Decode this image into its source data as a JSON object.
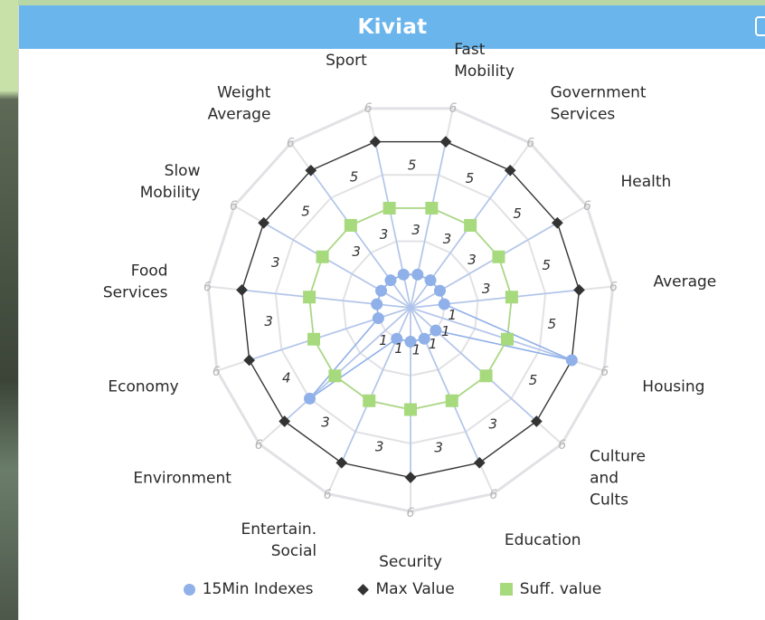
{
  "panel": {
    "title": "Kiviat"
  },
  "chart_data": {
    "type": "radar",
    "title": "Kiviat",
    "categories": [
      "Fast Mobility",
      "Government Services",
      "Health",
      "Average",
      "Housing",
      "Culture and Cults",
      "Education",
      "Security",
      "Entertain. Social",
      "Environment",
      "Economy",
      "Food Services",
      "Slow Mobility",
      "Weight Average",
      "Sport"
    ],
    "category_lines": [
      [
        "Fast",
        "Mobility"
      ],
      [
        "Government",
        "Services"
      ],
      [
        "Health"
      ],
      [
        "Average"
      ],
      [
        "Housing"
      ],
      [
        "Culture",
        "and",
        "Cults"
      ],
      [
        "Education"
      ],
      [
        "Security"
      ],
      [
        "Entertain.",
        "Social"
      ],
      [
        "Environment"
      ],
      [
        "Economy"
      ],
      [
        "Food",
        "Services"
      ],
      [
        "Slow",
        "Mobility"
      ],
      [
        "Weight",
        "Average"
      ],
      [
        "Sport"
      ]
    ],
    "rlim": [
      0,
      6
    ],
    "series": [
      {
        "name": "15Min Indexes",
        "values": [
          1,
          1,
          1,
          1,
          5,
          1,
          1,
          1,
          1,
          4,
          1,
          1,
          1,
          1,
          1
        ],
        "color": "#8fb0e8"
      },
      {
        "name": "Max Value",
        "values": [
          5,
          5,
          5,
          5,
          5,
          5,
          5,
          5,
          5,
          5,
          5,
          5,
          5,
          5,
          5
        ],
        "color": "#333333"
      },
      {
        "name": "Suff. value",
        "values": [
          3,
          3,
          3,
          3,
          3,
          3,
          3,
          3,
          3,
          3,
          3,
          3,
          3,
          3,
          3
        ],
        "color": "#a7d97d"
      }
    ],
    "value_labels": [
      "5",
      "5",
      "5",
      "5",
      "5",
      "3",
      "3",
      "3",
      "3",
      "4",
      "3",
      "3",
      "5",
      "5",
      "5"
    ],
    "inner_labels": [
      "3",
      "3",
      "3",
      "1",
      "1",
      "1",
      "1",
      "1",
      "1",
      "",
      "",
      "",
      "3",
      "3",
      "3"
    ],
    "outer_tick": "6",
    "legend": {
      "position": "bottom"
    }
  }
}
